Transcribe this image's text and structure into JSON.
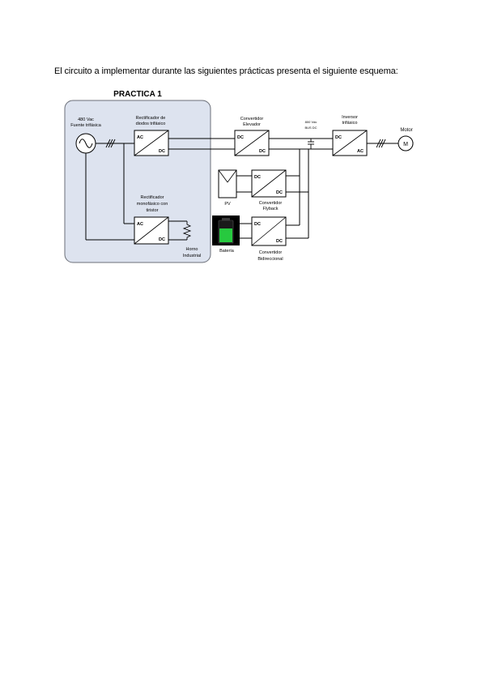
{
  "intro_text": "El circuito a implementar durante las siguientes prácticas presenta el siguiente esquema:",
  "diagram": {
    "title": "PRACTICA 1",
    "source": {
      "line1": "480 Vac",
      "line2": "Fuente trifásica"
    },
    "rectifier_three_phase": {
      "label1": "Rectificador de",
      "label2": "diodos trifásico",
      "in": "AC",
      "out": "DC"
    },
    "boost": {
      "label1": "Convertidor",
      "label2": "Elevador",
      "in": "DC",
      "out": "DC"
    },
    "dc_bus": {
      "line1": "800 Vdc",
      "line2": "BUS DC"
    },
    "inverter": {
      "label1": "Inversor",
      "label2": "trifásico",
      "in": "DC",
      "out": "AC"
    },
    "motor": {
      "label": "Motor",
      "symbol": "M"
    },
    "flyback": {
      "label1": "Convertidor",
      "label2": "Flyback",
      "in": "DC",
      "out": "DC"
    },
    "pv": {
      "label": "PV"
    },
    "rectifier_single_phase": {
      "label1": "Rectificador",
      "label2": "monofásico con",
      "label3": "tiristor",
      "in": "AC",
      "out": "DC"
    },
    "furnace": {
      "label1": "Horno",
      "label2": "Industrial"
    },
    "battery": {
      "label": "Batería",
      "color": "#27c93f"
    },
    "bidirectional": {
      "label1": "Convertidor",
      "label2": "Bidireccional",
      "in": "DC",
      "out": "DC"
    },
    "colors": {
      "practice_box": "#dde3ef",
      "practice_border": "#6b6f78"
    }
  }
}
